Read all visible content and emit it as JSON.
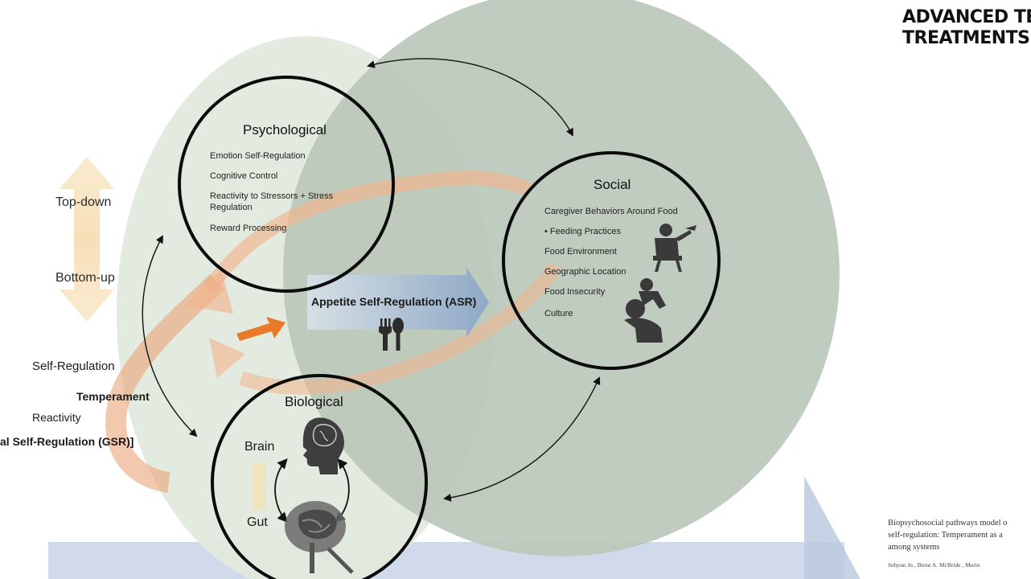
{
  "header": {
    "title_line1": "ADVANCED TEC",
    "title_line2": "TREATMENTS I"
  },
  "left_labels": {
    "top_down": "Top-down",
    "bottom_up": "Bottom-up",
    "self_regulation": "Self-Regulation",
    "temperament": "Temperament",
    "reactivity": "Reactivity",
    "gsr": "al Self-Regulation (GSR)]"
  },
  "center": {
    "asr_label": "Appetite Self-Regulation (ASR)"
  },
  "psychological": {
    "title": "Psychological",
    "items": [
      "Emotion Self-Regulation",
      "Cognitive Control",
      "Reactivity to Stressors + Stress",
      "Regulation",
      "Reward Processing"
    ]
  },
  "social": {
    "title": "Social",
    "items": [
      "Caregiver Behaviors Around Food",
      "•   Feeding Practices",
      "Food Environment",
      "Geographic Location",
      "Food Insecurity",
      "Culture"
    ]
  },
  "biological": {
    "title": "Biological",
    "brain_label": "Brain",
    "gut_label": "Gut"
  },
  "paper": {
    "line1": "Biopsychosocial pathways model o",
    "line2": "self-regulation: Temperament as a",
    "line3": "among systems",
    "authors": "Sehyun Ju   , Brent A. McBride    , Merin"
  },
  "icons": {
    "utensils": "fork-spoon-icon",
    "feeding_chair": "feeding-chair-icon",
    "parent_child": "parent-child-icon",
    "brain_head": "brain-head-icon",
    "gut": "gut-icon"
  },
  "colors": {
    "large_circle": "#b9c6b8",
    "left_blob": "#dfe7da",
    "orange_arrow": "#f0a878",
    "accent_arrow": "#e87a2a",
    "asr_band": "#7f9ec8"
  }
}
